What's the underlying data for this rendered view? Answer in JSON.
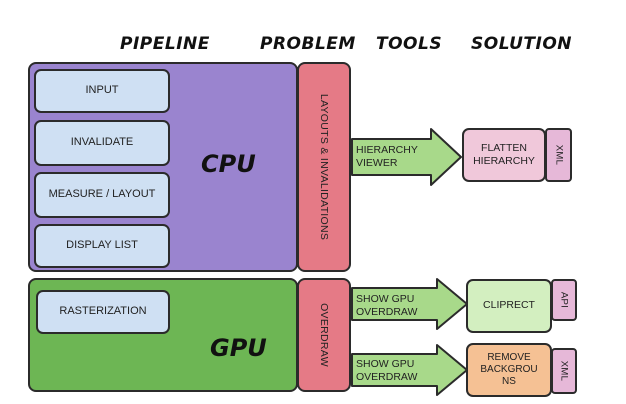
{
  "headers": {
    "pipeline": "PIPELINE",
    "problem": "PROBLEM",
    "tools": "TOOLS",
    "solution": "SOLUTION"
  },
  "cpu": {
    "label": "CPU",
    "stages": [
      "INPUT",
      "INVALIDATE",
      "MEASURE / LAYOUT",
      "DISPLAY LIST"
    ],
    "problem": "LAYOUTS & INVALIDATIONS",
    "tool_line1": "HIERARCHY",
    "tool_line2": "VIEWER",
    "solution_line1": "FLATTEN",
    "solution_line2": "HIERARCHY",
    "solution_tag": "XML"
  },
  "gpu": {
    "label": "GPU",
    "stages": [
      "RASTERIZATION"
    ],
    "problem": "OVERDRAW",
    "tools": [
      {
        "line1": "SHOW GPU",
        "line2": "OVERDRAW"
      },
      {
        "line1": "SHOW GPU",
        "line2": "OVERDRAW"
      }
    ],
    "solutions": [
      {
        "lines": [
          "CLIPRECT"
        ],
        "tag": "API"
      },
      {
        "lines": [
          "REMOVE",
          "BACKGROU",
          "NS"
        ],
        "tag": "XML"
      }
    ]
  },
  "colors": {
    "cpu_panel": "#9a84cf",
    "gpu_panel": "#6db654",
    "stage_box": "#cfe0f3",
    "problem": "#e57a86",
    "arrow": "#a8d98a",
    "flatten": "#f0c8da",
    "clip": "#d3efc0",
    "remove": "#f5c194",
    "tag": "#e6b8d8"
  }
}
